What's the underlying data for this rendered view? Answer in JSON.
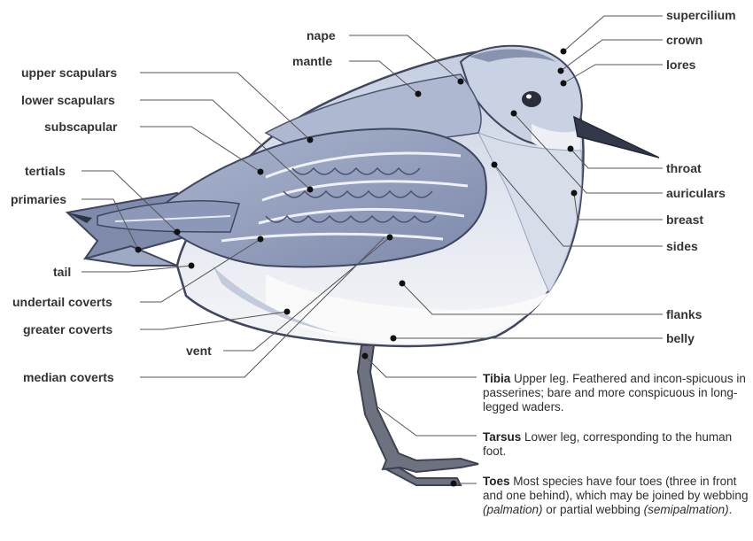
{
  "labels": {
    "supercilium": "supercilium",
    "crown": "crown",
    "lores": "lores",
    "nape": "nape",
    "mantle": "mantle",
    "upper_scapulars": "upper scapulars",
    "lower_scapulars": "lower scapulars",
    "subscapular": "subscapular",
    "tertials": "tertials",
    "primaries": "primaries",
    "tail": "tail",
    "undertail_coverts": "undertail coverts",
    "greater_coverts": "greater coverts",
    "vent": "vent",
    "median_coverts": "median coverts",
    "throat": "throat",
    "auriculars": "auriculars",
    "breast": "breast",
    "sides": "sides",
    "flanks": "flanks",
    "belly": "belly"
  },
  "descriptions": {
    "tibia": {
      "term": "Tibia",
      "text": "Upper leg. Feathered and incon-spicuous in passerines; bare and more conspicuous in long-legged waders."
    },
    "tarsus": {
      "term": "Tarsus",
      "text": "Lower leg, corresponding to the human foot."
    },
    "toes": {
      "term": "Toes",
      "text_before": "Most species have four toes (three in front and one behind), which may be joined by webbing",
      "italic1": "(palmation)",
      "text_mid": "or partial webbing",
      "italic2": "(semipalmation)",
      "text_end": "."
    }
  },
  "colors": {
    "plumage_light": "#c9d2e3",
    "plumage_mid": "#9aa7c4",
    "plumage_dark": "#5d6787",
    "belly": "#f4f4f6",
    "leg": "#6b6f7c",
    "line": "#555555"
  }
}
